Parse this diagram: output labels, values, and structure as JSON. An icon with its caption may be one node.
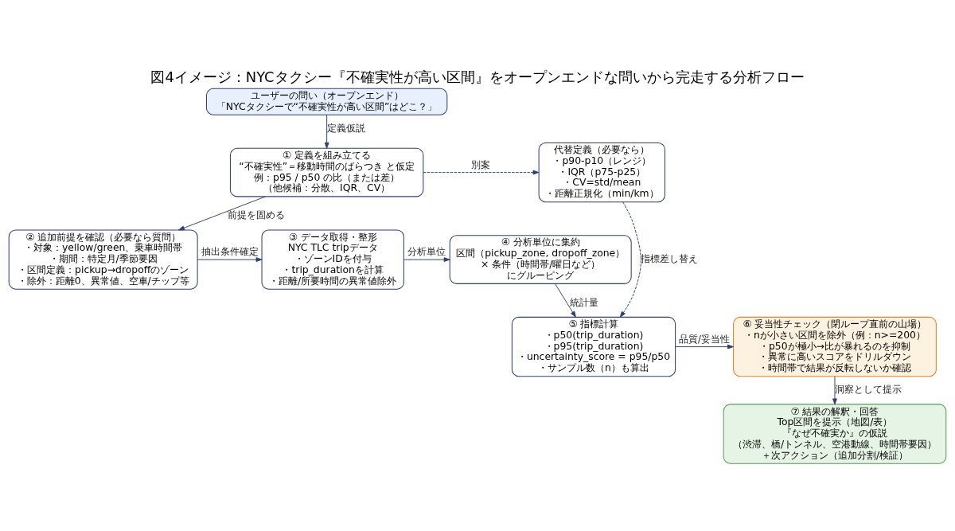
{
  "diagram": {
    "title": "図4イメージ：NYCタクシー『不確実性が高い区間』をオープンエンドな問いから完走する分析フロー",
    "nodes": [
      {
        "text": [
          "ユーザーの問い（オープンエンド）",
          "「NYCタクシーで“不確実性が高い区間”はどこ？」"
        ]
      },
      {
        "text": [
          "① 定義を組み立てる",
          "“不確実性”＝移動時間のばらつき と仮定",
          "例：p95 / p50 の比（または差）",
          "（他候補：分散、IQR、CV）"
        ]
      },
      {
        "text": [
          "代替定義（必要なら）",
          "・p90-p10（レンジ）",
          "・IQR（p75-p25）",
          "・CV=std/mean",
          "・距離正規化（min/km）"
        ]
      },
      {
        "text": [
          "② 追加前提を確認（必要なら質問）",
          "・対象：yellow/green、乗車時間帯",
          "・期間：特定月/季節要因",
          "・区間定義：pickup→dropoffのゾーン",
          "・除外：距離0、異常値、空車/チップ等"
        ]
      },
      {
        "text": [
          "③ データ取得・整形",
          "NYC TLC tripデータ",
          "・ゾーンIDを付与",
          "・trip_durationを計算",
          "・距離/所要時間の異常値除外"
        ]
      },
      {
        "text": [
          "④ 分析単位に集約",
          "区間（pickup_zone, dropoff_zone）",
          "× 条件（時間帯/曜日など）",
          "にグルーピング"
        ]
      },
      {
        "text": [
          "⑤ 指標計算",
          "・p50(trip_duration)",
          "・p95(trip_duration)",
          "・uncertainty_score = p95/p50",
          "・サンプル数（n）も算出"
        ]
      },
      {
        "text": [
          "⑥ 妥当性チェック（閉ループ直前の山場）",
          "・nが小さい区間を除外（例：n>=200）",
          "・p50が極小→比が暴れるのを抑制",
          "・異常に高いスコアをドリルダウン",
          "・時間帯で結果が反転しないか確認"
        ]
      },
      {
        "text": [
          "⑦ 結果の解釈・回答",
          "Top区間を提示（地図/表）",
          "『なぜ不確実か』の仮説",
          "（渋滞、橋/トンネル、空港動線、時間帯要因）",
          "＋次アクション（追加分割/検証）"
        ]
      }
    ],
    "edges": [
      {
        "from": 0,
        "to": 1,
        "arrow": "to",
        "label": "定義仮説"
      },
      {
        "from": 1,
        "to": 2,
        "arrow": "to",
        "label": "別案",
        "style": "dashed"
      },
      {
        "from": 1,
        "to": 3,
        "arrow": "to",
        "label": "前提を固める"
      },
      {
        "from": 3,
        "to": 4,
        "arrow": "to",
        "label": "抽出条件確定"
      },
      {
        "from": 4,
        "to": 5,
        "arrow": "to",
        "label": "分析単位"
      },
      {
        "from": 5,
        "to": 6,
        "arrow": "to",
        "label": "統計量"
      },
      {
        "from": 2,
        "to": 6,
        "arrow": "to",
        "label": "指標差し替え",
        "style": "dashed"
      },
      {
        "from": 6,
        "to": 7,
        "arrow": "to",
        "label": "品質/妥当性"
      },
      {
        "from": 7,
        "to": 8,
        "arrow": "to",
        "label": "洞察として提示"
      }
    ]
  }
}
